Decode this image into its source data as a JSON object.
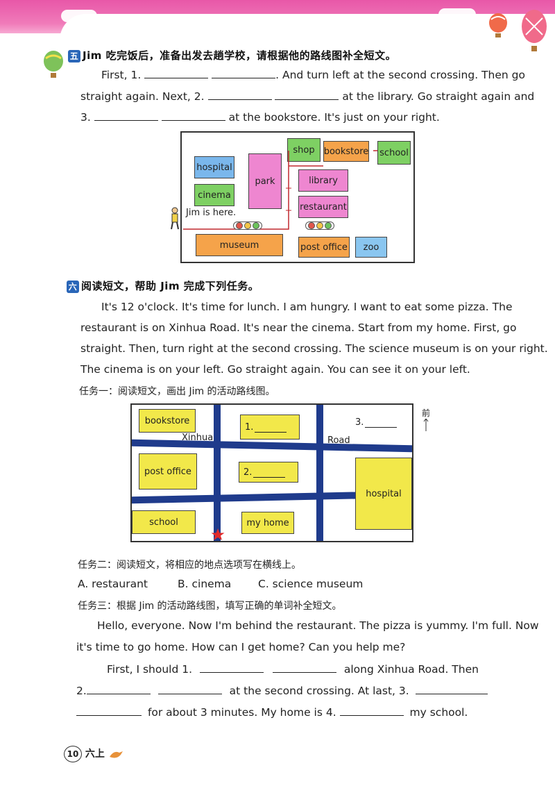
{
  "section5": {
    "num": "五",
    "title": "Jim 吃完饭后，准备出发去趟学校，请根据他的路线图补全短文。",
    "line1_a": "First, 1.",
    "line1_b": ". And turn left at the second crossing. Then go",
    "line2_a": "straight again. Next, 2.",
    "line2_b": "at the library. Go straight again and",
    "line3_a": "3.",
    "line3_b": "at the bookstore. It's just on your right.",
    "map": {
      "hospital": "hospital",
      "cinema": "cinema",
      "park": "park",
      "library": "library",
      "restaurant": "restaurant",
      "shop": "shop",
      "bookstore": "bookstore",
      "school": "school",
      "museum": "museum",
      "post_office": "post office",
      "zoo": "zoo",
      "jim_label": "Jim is here."
    }
  },
  "section6": {
    "num": "六",
    "title": "阅读短文，帮助 Jim 完成下列任务。",
    "passage": [
      "It's 12 o'clock. It's time for lunch. I am hungry. I want to eat some pizza. The",
      "restaurant is on Xinhua Road. It's near the cinema. Start from my home. First, go",
      "straight. Then, turn right at the second crossing. The science museum is on your right.",
      "The cinema is on your left. Go straight again. You can see it on your left."
    ],
    "task1": "任务一：阅读短文，画出 Jim 的活动路线图。",
    "map": {
      "bookstore": "bookstore",
      "post_office": "post office",
      "school": "school",
      "slot1": "1.",
      "slot2": "2.",
      "slot3": "3.",
      "my_home": "my home",
      "hospital": "hospital",
      "road_a": "Xinhua",
      "road_b": "Road",
      "front": "前"
    },
    "task2": "任务二：阅读短文，将相应的地点选项写在横线上。",
    "options": [
      "A. restaurant",
      "B. cinema",
      "C. science museum"
    ],
    "task3": "任务三：根据 Jim 的活动路线图，填写正确的单词补全短文。",
    "para1": [
      "Hello, everyone. Now I'm behind the restaurant. The pizza is yummy. I'm full. Now",
      "it's time to go home. How can I get home? Can you help me?"
    ],
    "para2_l1_a": "First, I should 1.",
    "para2_l1_b": "along Xinhua Road. Then",
    "para2_l2_a": "2.",
    "para2_l2_b": "at the second crossing. At last, 3.",
    "para2_l3_a": "for about 3 minutes. My home is 4.",
    "para2_l3_b": "my school."
  },
  "footer": {
    "page": "10",
    "grade": "六上"
  }
}
